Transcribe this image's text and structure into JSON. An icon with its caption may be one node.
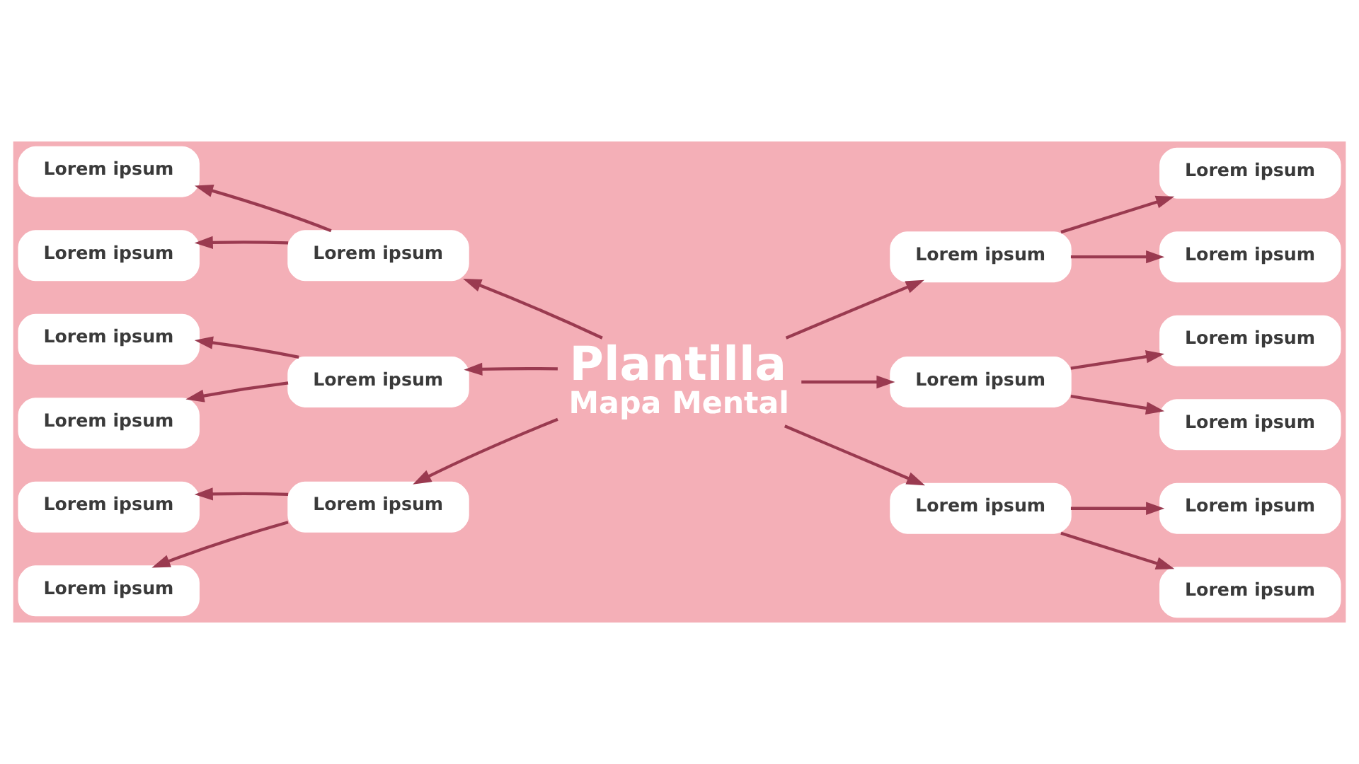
{
  "diagram": {
    "nodes": [
      {
        "text": [
          "Plantilla",
          "Mapa Mental"
        ]
      },
      {
        "text": [
          "Lorem ipsum"
        ]
      },
      {
        "text": [
          "Lorem ipsum"
        ]
      },
      {
        "text": [
          "Lorem ipsum"
        ]
      },
      {
        "text": [
          "Lorem ipsum"
        ]
      },
      {
        "text": [
          "Lorem ipsum"
        ]
      },
      {
        "text": [
          "Lorem ipsum"
        ]
      },
      {
        "text": [
          "Lorem ipsum"
        ]
      },
      {
        "text": [
          "Lorem ipsum"
        ]
      },
      {
        "text": [
          "Lorem ipsum"
        ]
      },
      {
        "text": [
          "Lorem ipsum"
        ]
      },
      {
        "text": [
          "Lorem ipsum"
        ]
      },
      {
        "text": [
          "Lorem ipsum"
        ]
      },
      {
        "text": [
          "Lorem ipsum"
        ]
      },
      {
        "text": [
          "Lorem ipsum"
        ]
      },
      {
        "text": [
          "Lorem ipsum"
        ]
      },
      {
        "text": [
          "Lorem ipsum"
        ]
      },
      {
        "text": [
          "Lorem ipsum"
        ]
      },
      {
        "text": [
          "Lorem ipsum"
        ]
      }
    ],
    "edges": [
      {
        "from": 0,
        "to": 1,
        "arrow": "to"
      },
      {
        "from": 1,
        "to": 2,
        "arrow": "to"
      },
      {
        "from": 1,
        "to": 3,
        "arrow": "to"
      },
      {
        "from": 0,
        "to": 4,
        "arrow": "to"
      },
      {
        "from": 4,
        "to": 5,
        "arrow": "to"
      },
      {
        "from": 4,
        "to": 6,
        "arrow": "to"
      },
      {
        "from": 0,
        "to": 7,
        "arrow": "to"
      },
      {
        "from": 7,
        "to": 8,
        "arrow": "to"
      },
      {
        "from": 7,
        "to": 9,
        "arrow": "to"
      },
      {
        "from": 0,
        "to": 10,
        "arrow": "to"
      },
      {
        "from": 10,
        "to": 11,
        "arrow": "to"
      },
      {
        "from": 10,
        "to": 12,
        "arrow": "to"
      },
      {
        "from": 0,
        "to": 13,
        "arrow": "to"
      },
      {
        "from": 13,
        "to": 14,
        "arrow": "to"
      },
      {
        "from": 13,
        "to": 15,
        "arrow": "to"
      },
      {
        "from": 0,
        "to": 16,
        "arrow": "to"
      },
      {
        "from": 16,
        "to": 17,
        "arrow": "to"
      },
      {
        "from": 16,
        "to": 18,
        "arrow": "to"
      }
    ]
  }
}
